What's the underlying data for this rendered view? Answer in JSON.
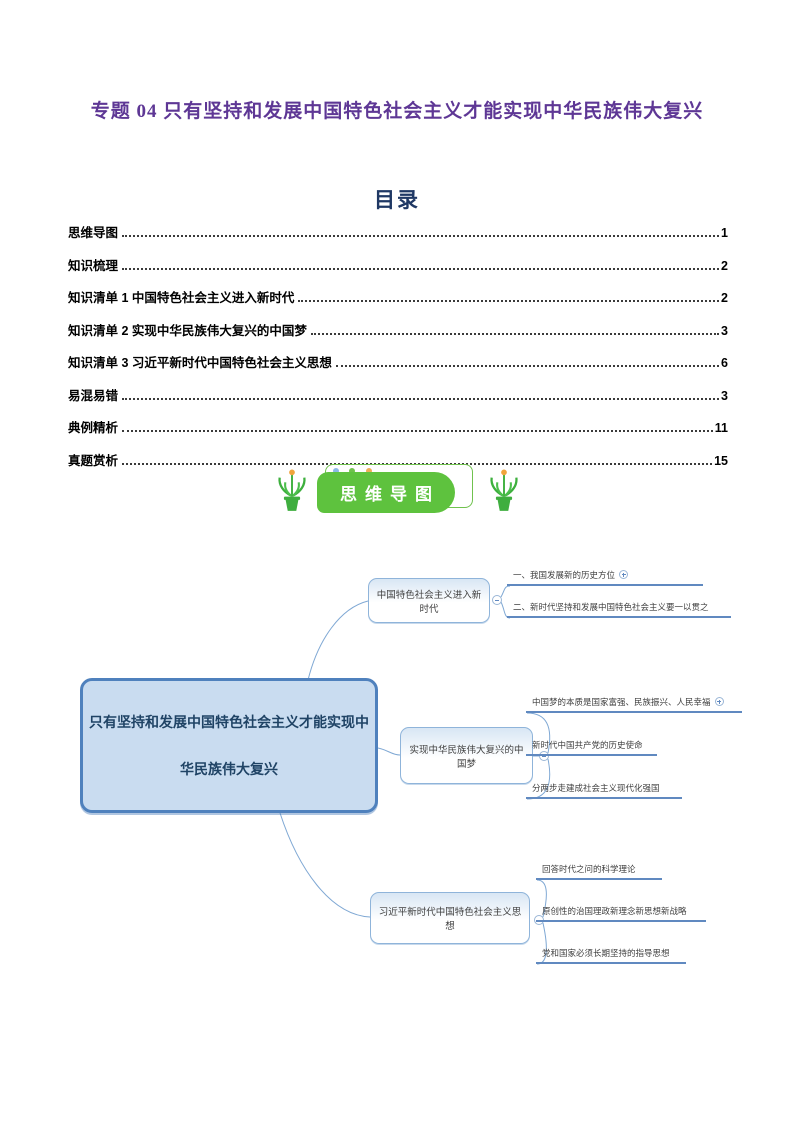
{
  "doc": {
    "title": "专题 04 只有坚持和发展中国特色社会主义才能实现中华民族伟大复兴",
    "title_color": "#5e3795"
  },
  "toc": {
    "heading": "目录",
    "entries": [
      {
        "label": "思维导图",
        "page": "1"
      },
      {
        "label": "知识梳理",
        "page": "2"
      },
      {
        "label": "知识清单 1 中国特色社会主义进入新时代",
        "page": "2"
      },
      {
        "label": "知识清单 2 实现中华民族伟大复兴的中国梦",
        "page": "3"
      },
      {
        "label": "知识清单 3 习近平新时代中国特色社会主义思想",
        "page": "6"
      },
      {
        "label": "易混易错",
        "page": "3"
      },
      {
        "label": "典例精析",
        "page": "11"
      },
      {
        "label": "真题赏析",
        "page": "15"
      }
    ]
  },
  "banner": {
    "label": "思维导图",
    "green": "#5ec23e",
    "dot_colors": [
      "#8ab9e6",
      "#6fc24c",
      "#eeae56"
    ],
    "side_icons": "potted-plant-icon"
  },
  "mindmap": {
    "colors": {
      "root_fill": "#c9dcf0",
      "root_border": "#4f81bd",
      "branch_border": "#8fb4da",
      "child_line": "#6089c0",
      "connector": "#7fa8d4"
    },
    "icons": {
      "collapse": "minus-circle-icon",
      "expand": "plus-circle-icon"
    },
    "root": {
      "label": "只有坚持和发展中国特色社会主义才能实现中华民族伟大复兴"
    },
    "branches": [
      {
        "label": "中国特色社会主义进入新时代",
        "children": [
          {
            "label": "一、我国发展新的历史方位",
            "has_expand_icon": true
          },
          {
            "label": "二、新时代坚持和发展中国特色社会主义要一以贯之",
            "has_expand_icon": false
          }
        ]
      },
      {
        "label": "实现中华民族伟大复兴的中国梦",
        "children": [
          {
            "label": "中国梦的本质是国家富强、民族振兴、人民幸福",
            "has_expand_icon": true
          },
          {
            "label": "新时代中国共产党的历史使命",
            "has_expand_icon": false
          },
          {
            "label": "分两步走建成社会主义现代化强国",
            "has_expand_icon": false
          }
        ]
      },
      {
        "label": "习近平新时代中国特色社会主义思想",
        "children": [
          {
            "label": "回答时代之问的科学理论",
            "has_expand_icon": false
          },
          {
            "label": "原创性的治国理政新理念新思想新战略",
            "has_expand_icon": false
          },
          {
            "label": "党和国家必须长期坚持的指导思想",
            "has_expand_icon": false
          }
        ]
      }
    ]
  }
}
